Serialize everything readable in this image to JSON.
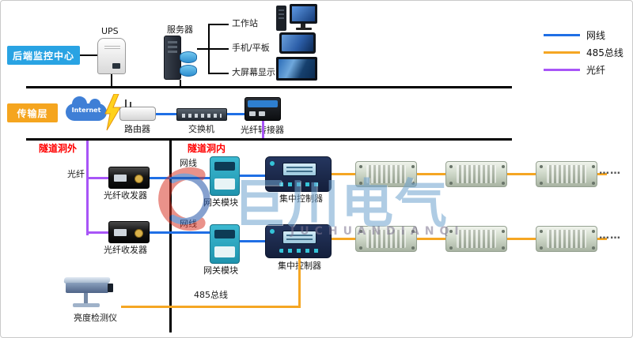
{
  "colors": {
    "cable": "#1f6fe5",
    "bus485": "#f5a623",
    "fiber": "#a855f7",
    "backend_tag": "#29a3e3",
    "transport_tag": "#f5a51f"
  },
  "legend": [
    {
      "label": "网线",
      "color": "#1f6fe5"
    },
    {
      "label": "485总线",
      "color": "#f5a623"
    },
    {
      "label": "光纤",
      "color": "#a855f7"
    }
  ],
  "layers": {
    "backend": "后端监控中心",
    "transport": "传输层"
  },
  "zones": {
    "outside": "隧道洞外",
    "inside": "隧道洞内"
  },
  "backend": {
    "ups": "UPS",
    "server": "服务器",
    "workstation": "工作站",
    "mobile": "手机/平板",
    "bigscreen": "大屏幕显示"
  },
  "transport": {
    "internet": "Internet",
    "router": "路由器",
    "switch": "交换机",
    "fiber_adapter": "光纤转接器"
  },
  "tunnel": {
    "fiber": "光纤",
    "transceiver1": "光纤收发器",
    "transceiver2": "光纤收发器",
    "cable1": "网线",
    "cable2": "网线",
    "gateway1": "网关模块",
    "gateway2": "网关模块",
    "controller1": "集中控制器",
    "controller2": "集中控制器",
    "ellipsis1": "……",
    "ellipsis2": "……",
    "bus485": "485总线",
    "brightness": "亮度检测仪"
  },
  "watermark": {
    "title": "巨川电气",
    "subtitle": "JUCHUANDIANQI"
  }
}
